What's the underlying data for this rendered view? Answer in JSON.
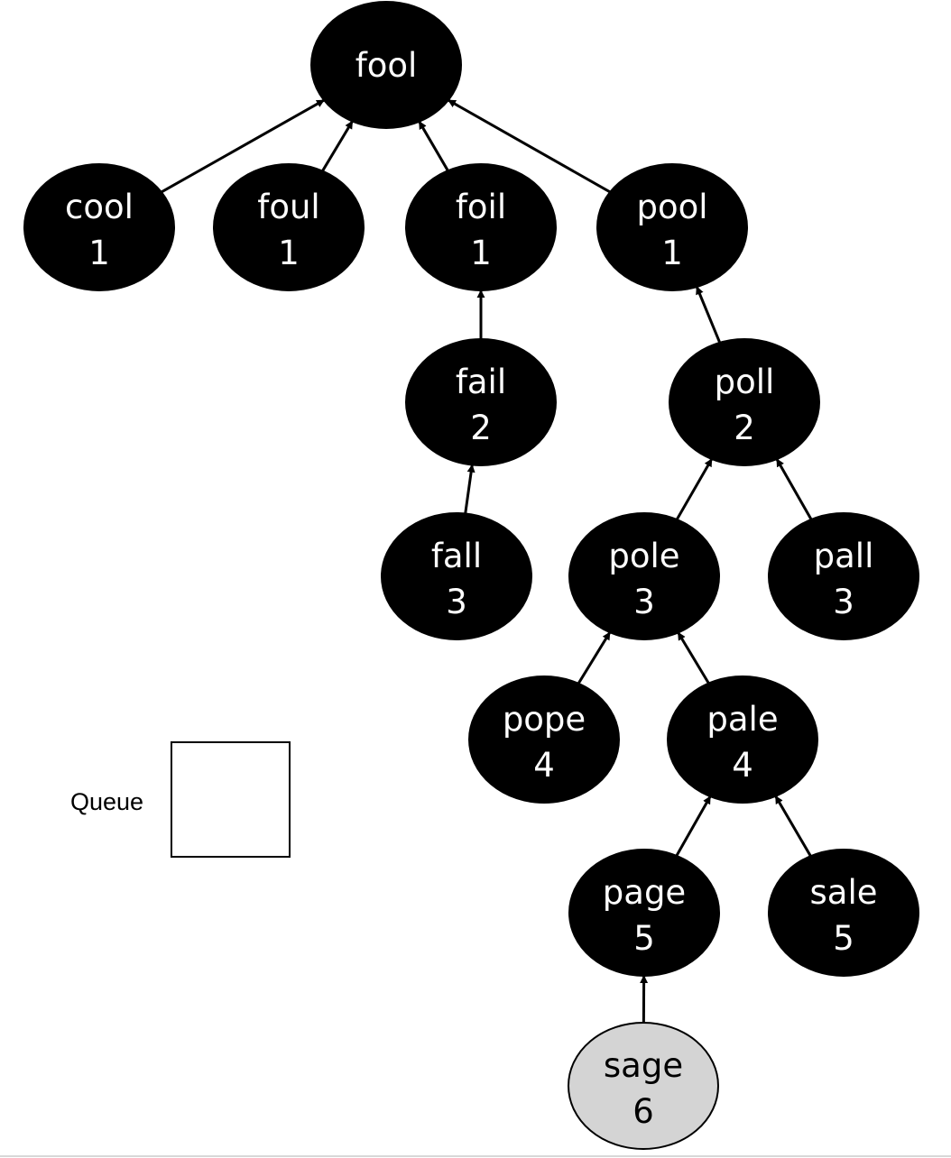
{
  "diagram": {
    "nodes": [
      {
        "id": "fool",
        "word": "fool",
        "level": ""
      },
      {
        "id": "cool",
        "word": "cool",
        "level": "1"
      },
      {
        "id": "foul",
        "word": "foul",
        "level": "1"
      },
      {
        "id": "foil",
        "word": "foil",
        "level": "1"
      },
      {
        "id": "pool",
        "word": "pool",
        "level": "1"
      },
      {
        "id": "fail",
        "word": "fail",
        "level": "2"
      },
      {
        "id": "poll",
        "word": "poll",
        "level": "2"
      },
      {
        "id": "fall",
        "word": "fall",
        "level": "3"
      },
      {
        "id": "pole",
        "word": "pole",
        "level": "3"
      },
      {
        "id": "pall",
        "word": "pall",
        "level": "3"
      },
      {
        "id": "pope",
        "word": "pope",
        "level": "4"
      },
      {
        "id": "pale",
        "word": "pale",
        "level": "4"
      },
      {
        "id": "page",
        "word": "page",
        "level": "5"
      },
      {
        "id": "sale",
        "word": "sale",
        "level": "5"
      },
      {
        "id": "sage",
        "word": "sage",
        "level": "6",
        "highlighted": true
      }
    ],
    "edges": [
      {
        "from": "cool",
        "to": "fool"
      },
      {
        "from": "foul",
        "to": "fool"
      },
      {
        "from": "foil",
        "to": "fool"
      },
      {
        "from": "pool",
        "to": "fool"
      },
      {
        "from": "fail",
        "to": "foil"
      },
      {
        "from": "poll",
        "to": "pool"
      },
      {
        "from": "fall",
        "to": "fail"
      },
      {
        "from": "pole",
        "to": "poll"
      },
      {
        "from": "pall",
        "to": "poll"
      },
      {
        "from": "pope",
        "to": "pole"
      },
      {
        "from": "pale",
        "to": "pole"
      },
      {
        "from": "page",
        "to": "pale"
      },
      {
        "from": "sale",
        "to": "pale"
      },
      {
        "from": "sage",
        "to": "page"
      }
    ],
    "queue": {
      "label": "Queue",
      "items": []
    },
    "colors": {
      "node_fill": "#000000",
      "node_text": "#ffffff",
      "highlight_fill": "#d4d4d4",
      "highlight_text": "#000000",
      "edge": "#000000"
    }
  }
}
